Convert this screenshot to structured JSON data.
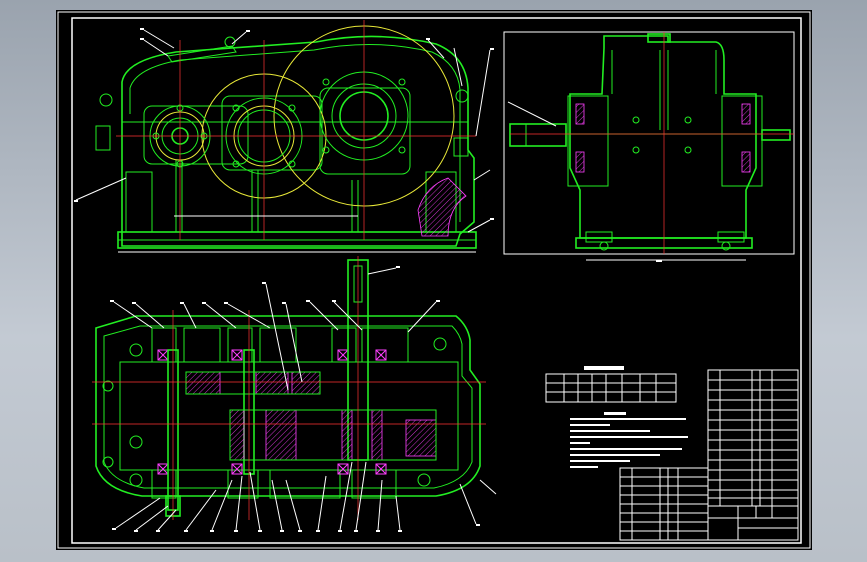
{
  "drawing": {
    "background": "#000000",
    "line_colors": {
      "outline": "#22ee22",
      "gear_circle": "#e8e838",
      "center_line": "#ff3333",
      "annotation": "#ffffff",
      "section_hatch": "#ff40ff"
    },
    "views": [
      "front-view",
      "side-view",
      "top-section-view"
    ],
    "tables": [
      "gear-parameter-table",
      "technical-requirements",
      "parts-list",
      "title-block"
    ]
  }
}
